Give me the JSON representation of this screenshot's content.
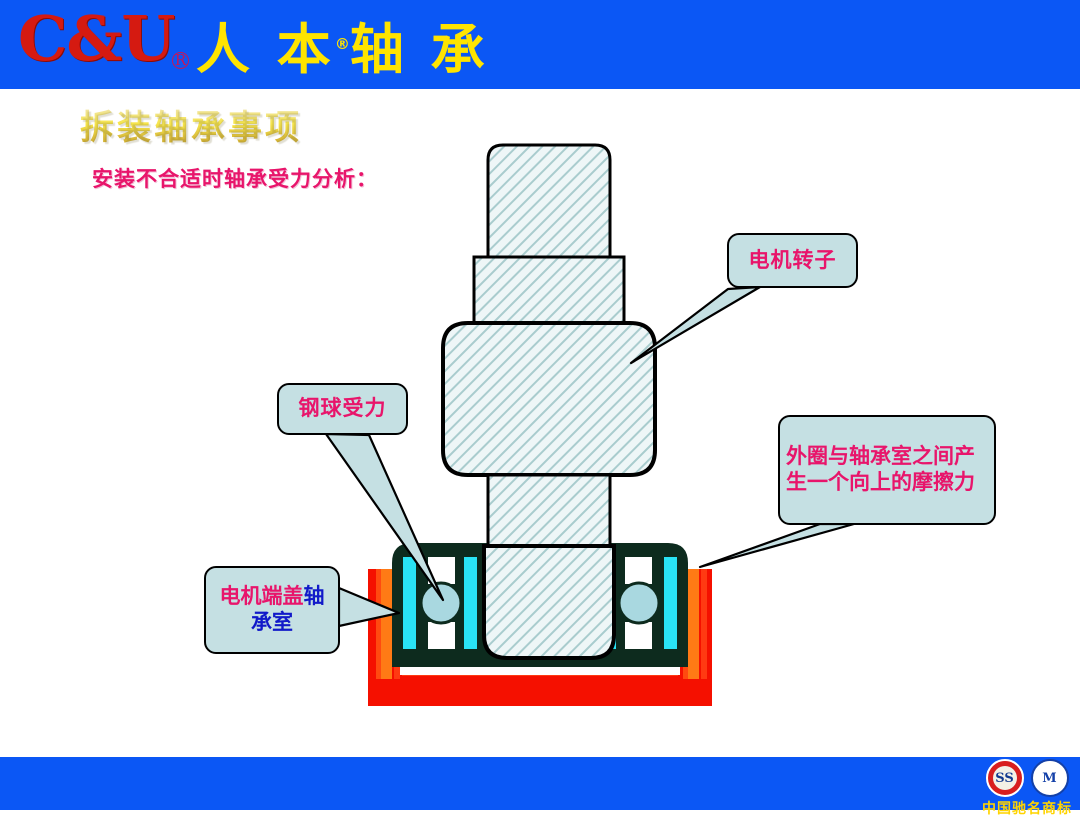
{
  "header": {
    "brand_latin": "C&U",
    "brand_latin_reg": "R",
    "brand_cjk_1": "人 本",
    "brand_cjk_reg": "®",
    "brand_cjk_2": "轴 承",
    "bg_color": "#0b57f5",
    "latin_color": "#d51a11",
    "cjk_color": "#ffe400"
  },
  "slide": {
    "title": "拆装轴承事项",
    "subtitle": "安装不合适时轴承受力分析：",
    "title_color": "#f7e64c",
    "subtitle_color": "#e8156b"
  },
  "callouts": {
    "rotor": {
      "text": "电机转子"
    },
    "ball_load": {
      "text": "钢球受力"
    },
    "friction": {
      "text": "外圈与轴承室之间产生一个向上的摩擦力"
    },
    "housing": {
      "text_red": "电机端盖",
      "text_blue": "轴承室"
    }
  },
  "diagram": {
    "name": "bearing-assembly-cross-section",
    "hatch_fill": "#eef6f7",
    "hatch_line": "#a9ccce",
    "outline": "#000000",
    "bearing_body": "#0d2b1e",
    "seal_cyan": "#29e3f5",
    "ball_fill": "#a9d8e0",
    "housing_red": "#f51000",
    "housing_orange": "#ff7a15",
    "callout_fill": "#c5e0e3"
  },
  "footer": {
    "text": "中国驰名商标",
    "badge_red_label": "SS",
    "badge_white_label": "M",
    "bg_color": "#0b57f5",
    "text_color": "#ffd400"
  }
}
